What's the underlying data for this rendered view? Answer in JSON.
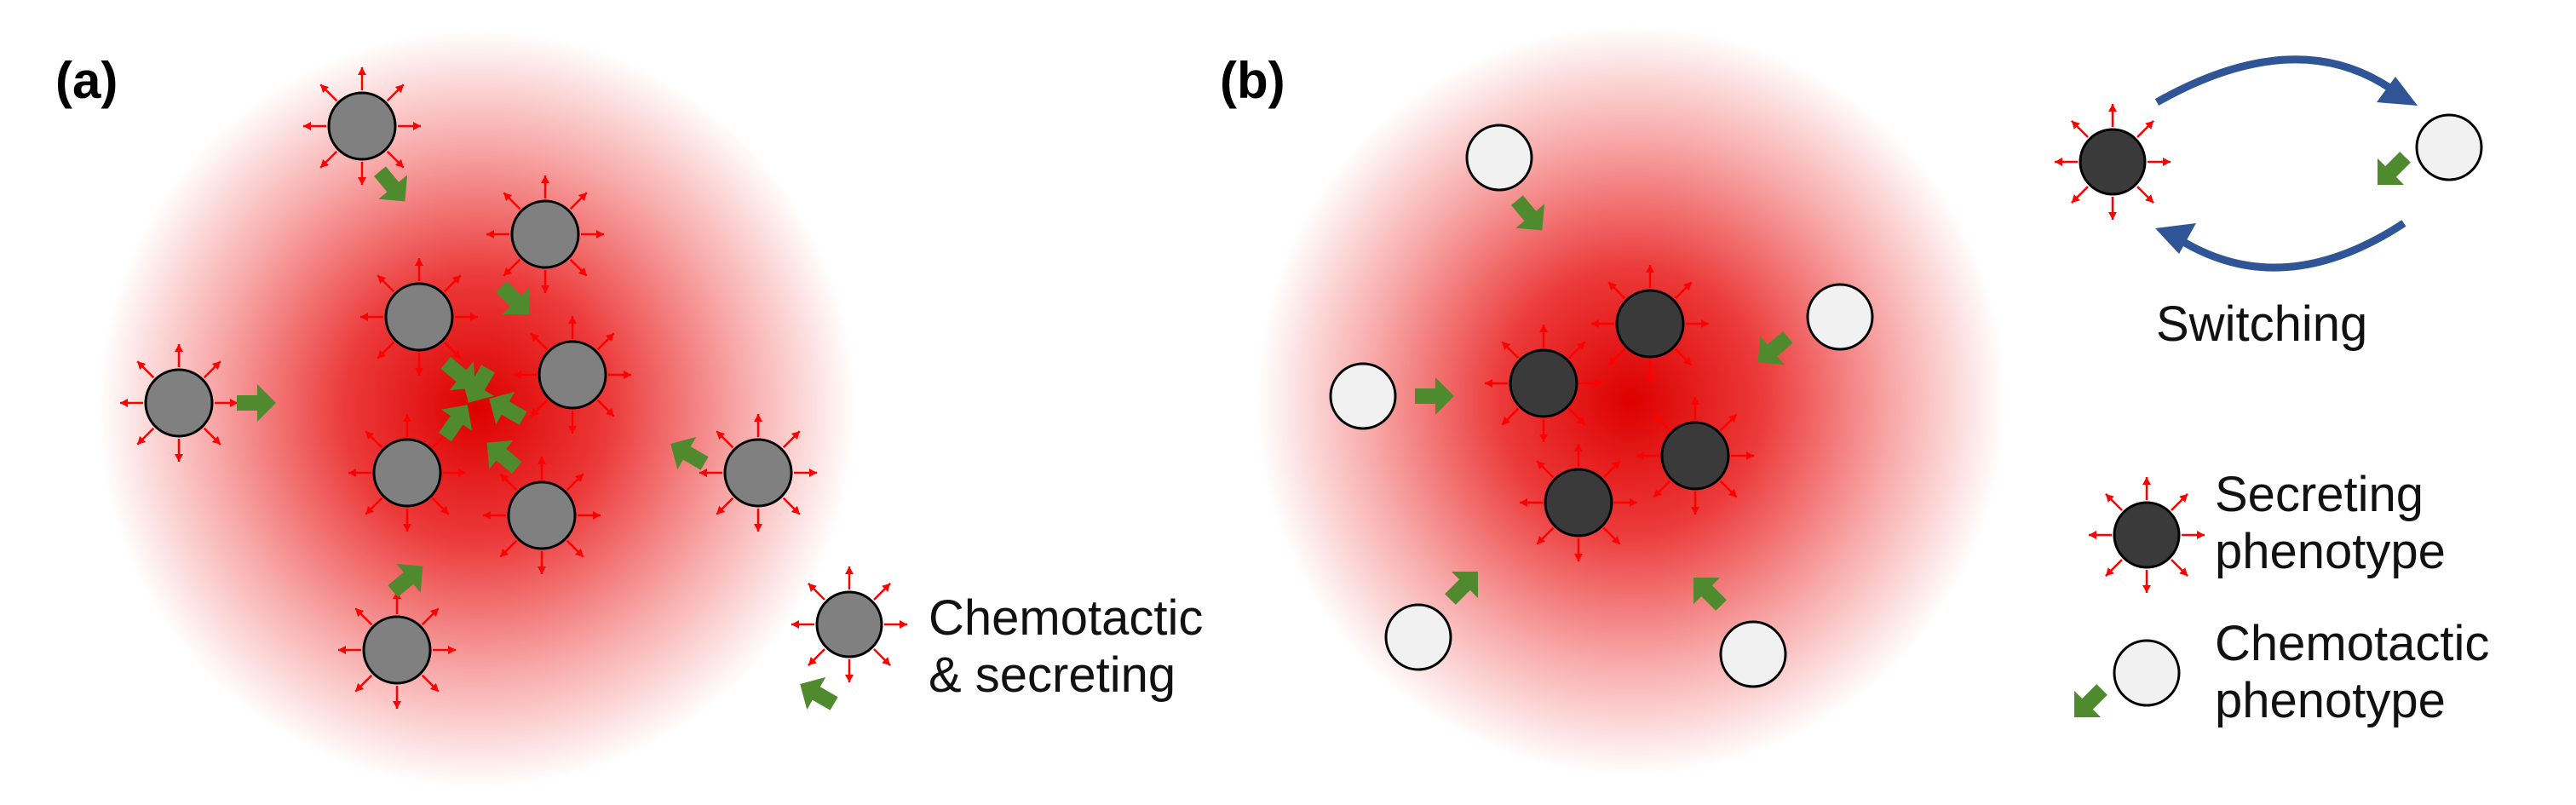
{
  "panels": {
    "a": {
      "label": "(a)"
    },
    "b": {
      "label": "(b)"
    }
  },
  "legend_a": {
    "line1": "Chemotactic",
    "line2": "& secreting"
  },
  "legend_b": {
    "switching_label": "Switching",
    "secreting": {
      "line1": "Secreting",
      "line2": "phenotype"
    },
    "chemotactic": {
      "line1": "Chemotactic",
      "line2": "phenotype"
    }
  },
  "colors": {
    "gradient_center": "#dd0000",
    "mixed_cell": "#808080",
    "secreting_cell": "#3a3a3a",
    "chemotactic_cell": "#f1f1f1",
    "secretion_arrow": "#ff0000",
    "motion_arrow": "#4f8a2f",
    "switch_arrow": "#2f5597"
  },
  "icons": {
    "secretion": "radial-red-arrows-icon",
    "motion": "green-block-arrow-icon",
    "switching": "curved-blue-arrow-icon"
  }
}
